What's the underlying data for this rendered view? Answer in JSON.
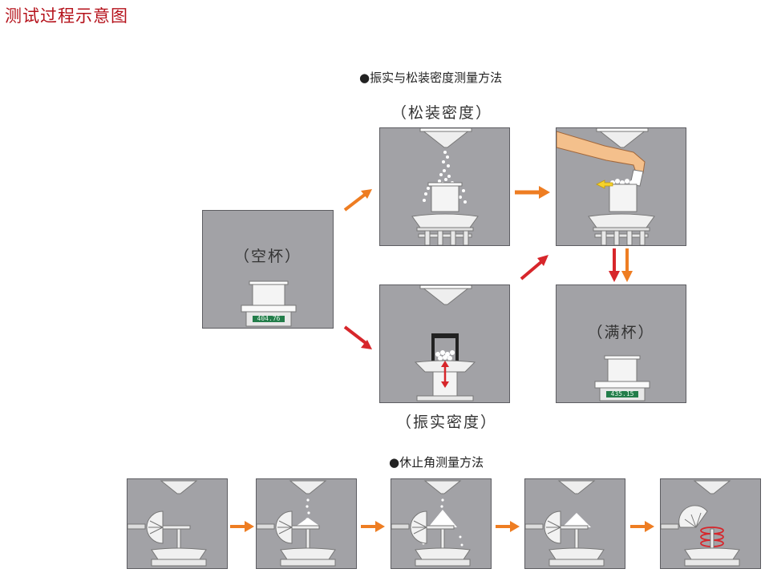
{
  "title": "测试过程示意图",
  "density_section": {
    "heading": "●振实与松装密度测量方法",
    "bulk_caption": "（松装密度）",
    "tap_caption": "（振实密度）",
    "empty_cup_label": "（空杯）",
    "full_cup_label": "（满杯）",
    "empty_scale_reading": "404.76",
    "full_scale_reading": "435.15"
  },
  "repose_section": {
    "heading": "●休止角测量方法"
  },
  "colors": {
    "title": "#b5121b",
    "panel": "#a2a2a6",
    "orange_arrow": "#ee7d22",
    "red_arrow": "#d7262b",
    "yellow_arrow": "#f6d22b"
  }
}
